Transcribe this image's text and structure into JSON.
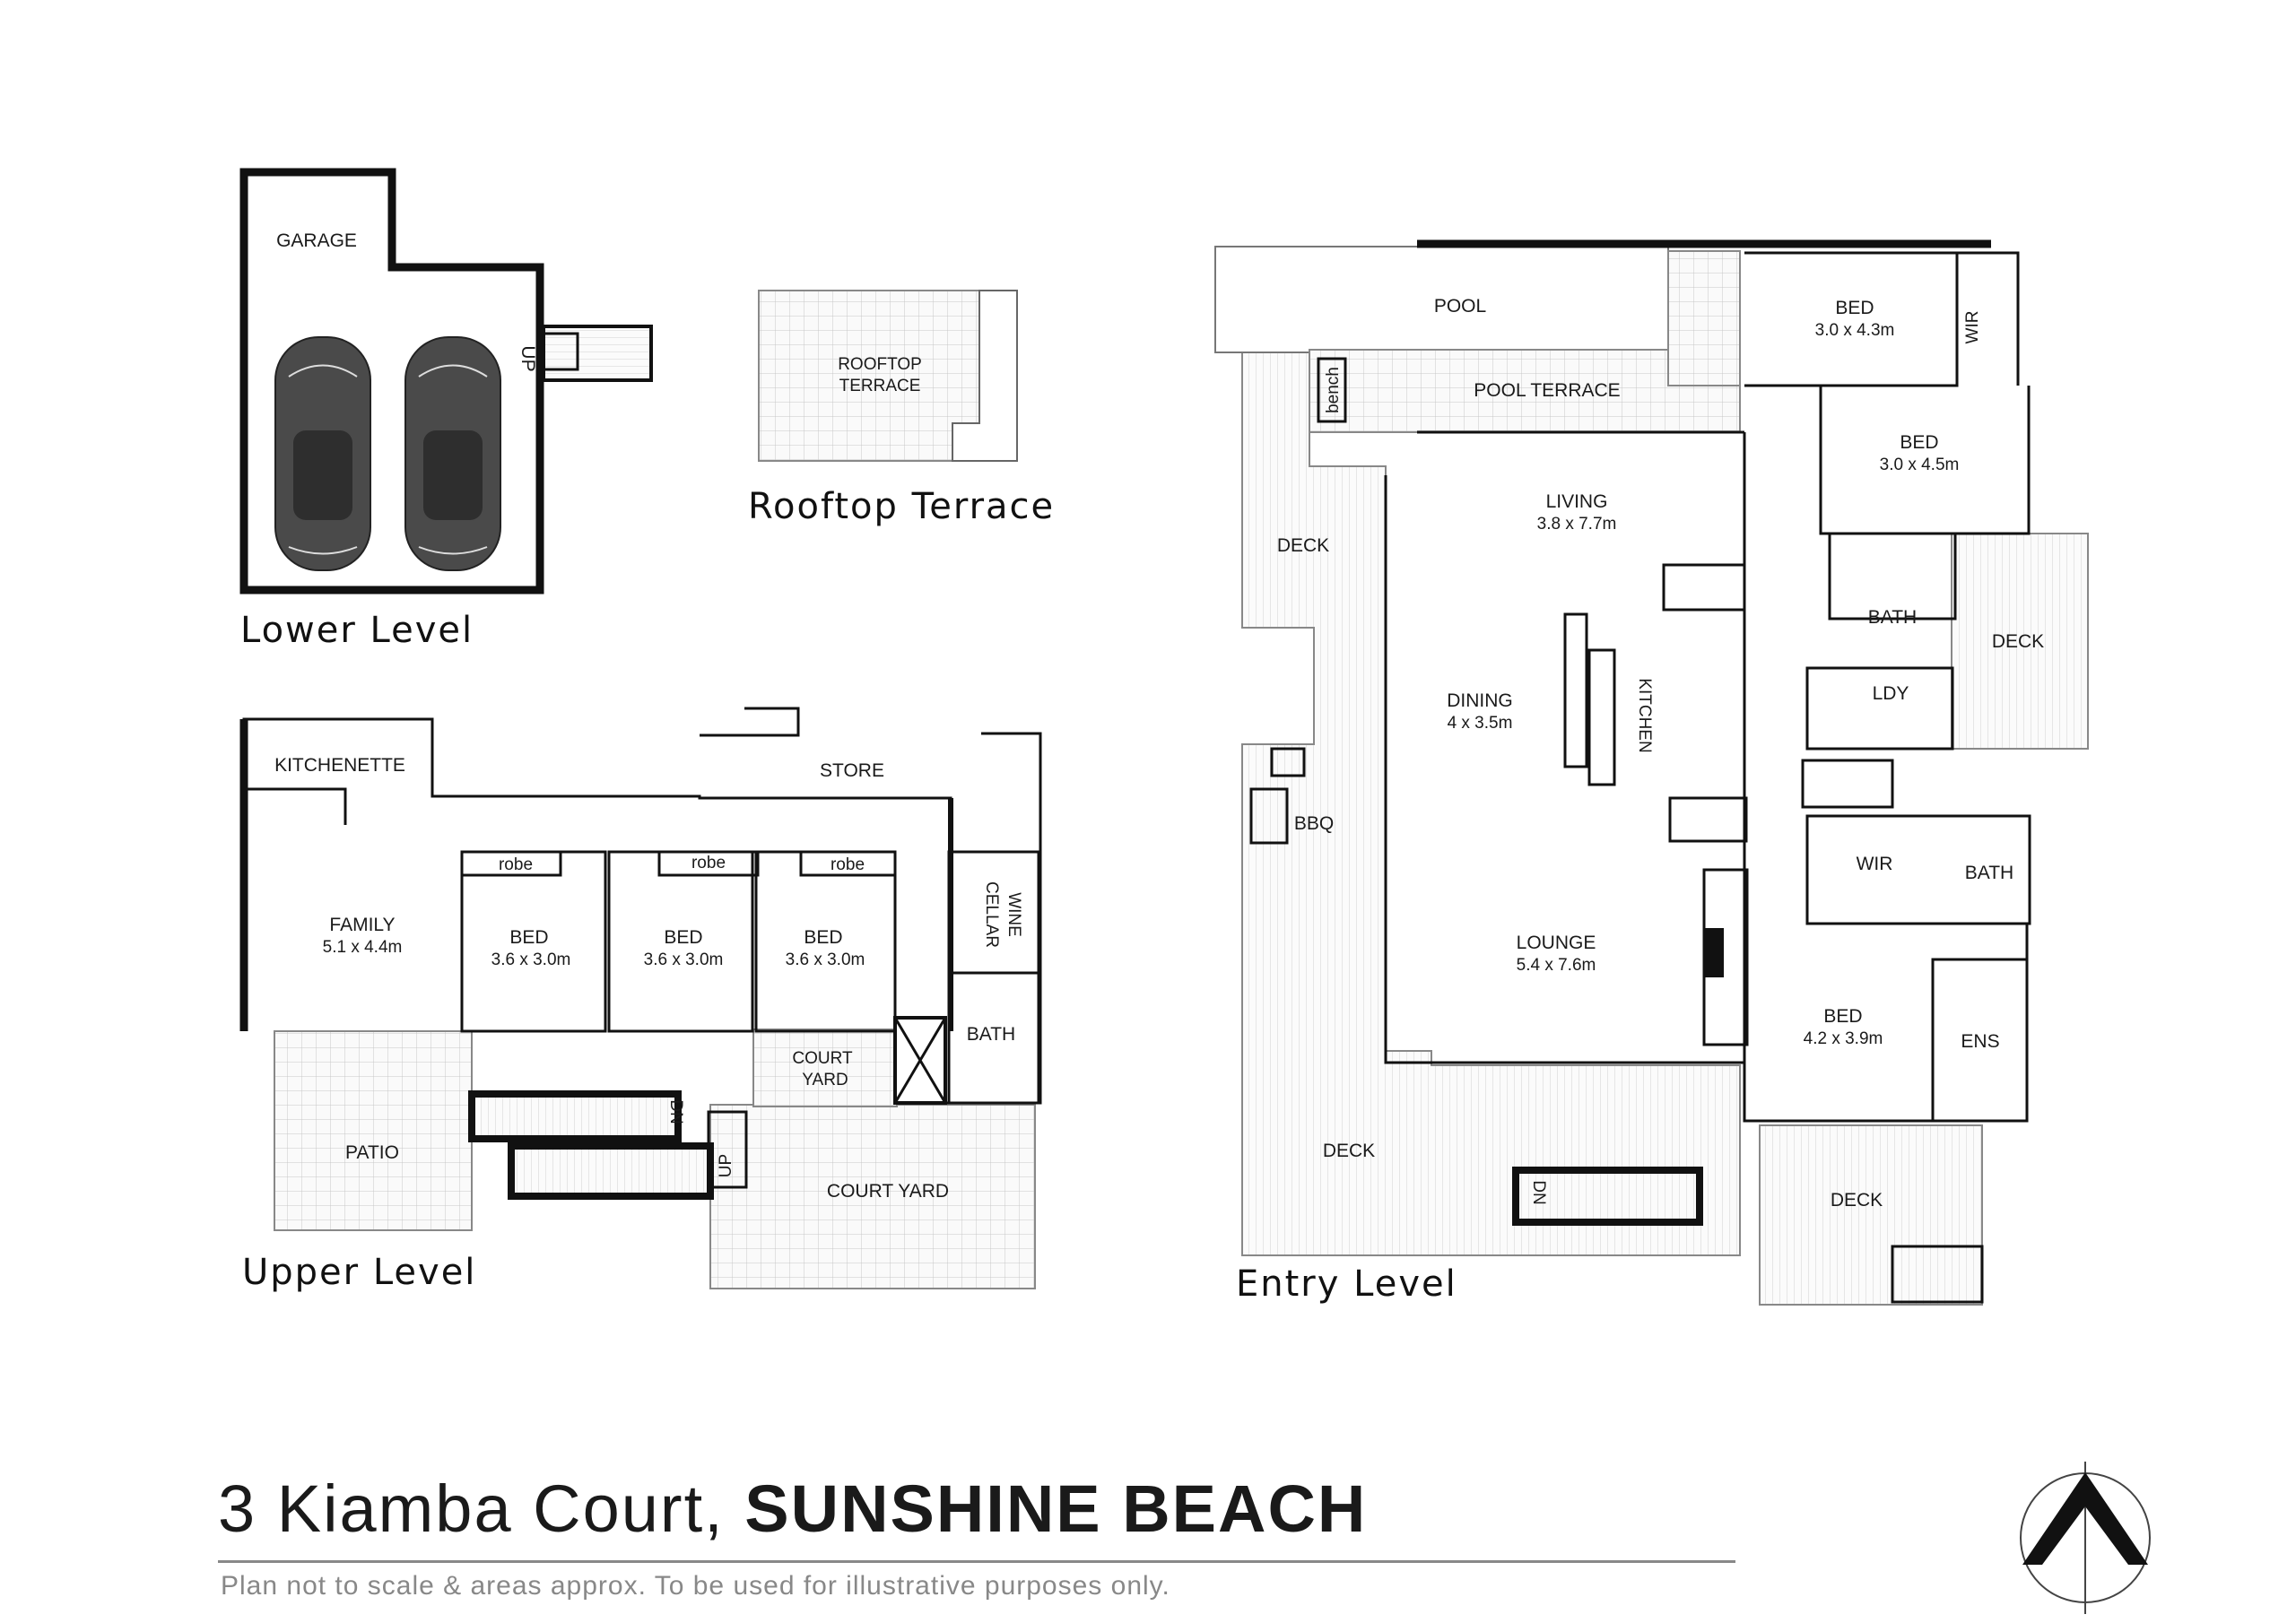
{
  "property": {
    "street": "3 Kiamba Court,",
    "suburb": "SUNSHINE BEACH",
    "disclaimer": "Plan not to scale & areas approx. To be used for illustrative purposes only."
  },
  "levels": {
    "lower": "Lower Level",
    "rooftop": "Rooftop Terrace",
    "upper": "Upper Level",
    "entry": "Entry Level"
  },
  "rooms": {
    "garage": "GARAGE",
    "lower_up": "UP",
    "rooftop_terrace_1": "ROOFTOP",
    "rooftop_terrace_2": "TERRACE",
    "kitchenette": "KITCHENETTE",
    "store": "STORE",
    "family": "FAMILY",
    "family_size": "5.1 x 4.4m",
    "robe": "robe",
    "bed": "BED",
    "bed_upper_size": "3.6 x 3.0m",
    "wine_cellar_1": "WINE",
    "wine_cellar_2": "CELLAR",
    "bath": "BATH",
    "court_yard_small_1": "COURT",
    "court_yard_small_2": "YARD",
    "court_yard": "COURT YARD",
    "patio": "PATIO",
    "dn": "DN",
    "up": "UP",
    "pool": "POOL",
    "pool_terrace": "POOL TERRACE",
    "bench": "bench",
    "deck": "DECK",
    "bbq": "BBQ",
    "living": "LIVING",
    "living_size": "3.8 x 7.7m",
    "dining": "DINING",
    "dining_size": "4 x 3.5m",
    "kitchen": "KITCHEN",
    "lounge": "LOUNGE",
    "lounge_size": "5.4 x 7.6m",
    "bed1_size": "3.0 x 4.3m",
    "bed2_size": "3.0 x 4.5m",
    "wir": "WIR",
    "ldy": "LDY",
    "bed_master_size": "4.2 x 3.9m",
    "ens": "ENS"
  }
}
